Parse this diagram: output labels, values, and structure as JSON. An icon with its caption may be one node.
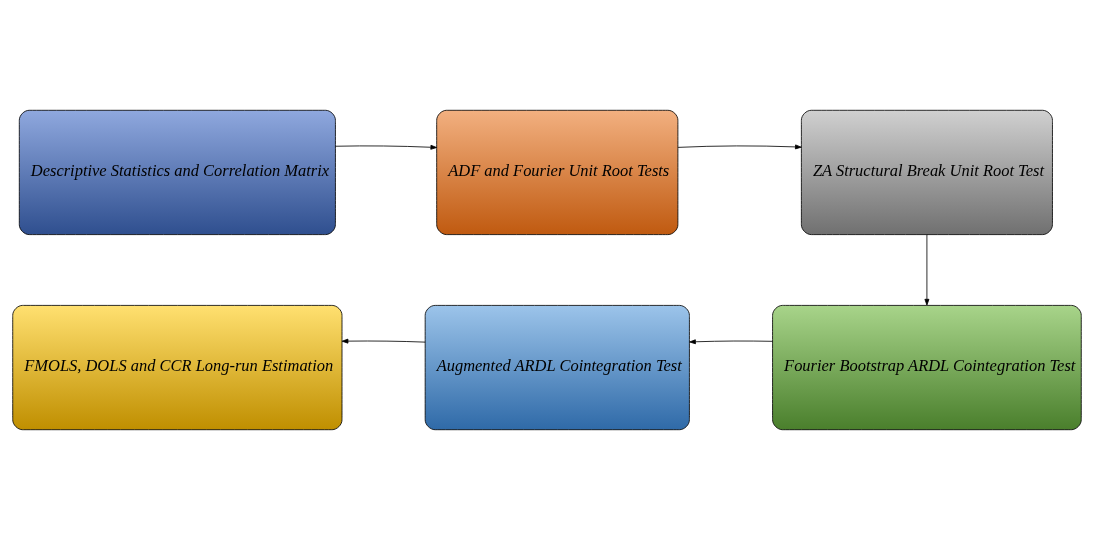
{
  "diagram": {
    "nodes": [
      {
        "text": [
          "Descriptive Statistics and Correlation Matrix"
        ]
      },
      {
        "text": [
          "ADF and Fourier Unit Root Tests"
        ]
      },
      {
        "text": [
          "ZA Structural Break Unit Root Test"
        ]
      },
      {
        "text": [
          "FMOLS, DOLS and CCR Long-run Estimation"
        ]
      },
      {
        "text": [
          "Augmented ARDL Cointegration Test"
        ]
      },
      {
        "text": [
          "Fourier Bootstrap ARDL Cointegration Test"
        ]
      }
    ],
    "edges": [
      {
        "from": 0,
        "to": 1,
        "arrow": "to"
      },
      {
        "from": 1,
        "to": 2,
        "arrow": "to"
      },
      {
        "from": 2,
        "to": 5,
        "arrow": "to"
      },
      {
        "from": 5,
        "to": 4,
        "arrow": "to"
      },
      {
        "from": 4,
        "to": 3,
        "arrow": "to"
      }
    ]
  }
}
